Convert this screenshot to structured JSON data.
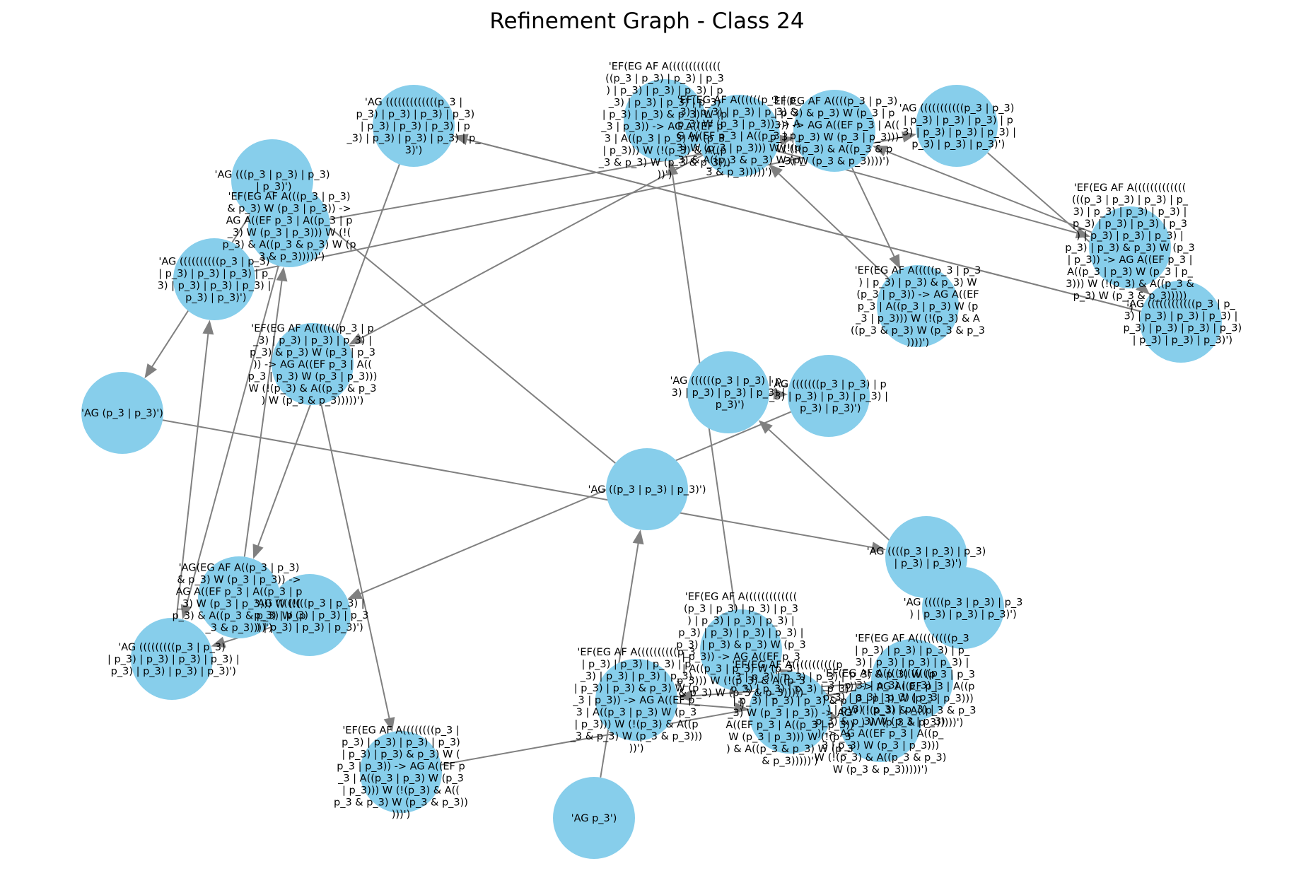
{
  "title": "Refinement Graph - Class 24",
  "colors": {
    "node_fill": "#87ceeb",
    "edge": "#808080",
    "text": "#000000",
    "background": "#ffffff"
  },
  "nodes": [
    {
      "id": "n_ag_p3",
      "lines": [
        "'AG p_3')"
      ]
    },
    {
      "id": "n_ag_p3p3",
      "lines": [
        "'AG (p_3 | p_3)')"
      ]
    },
    {
      "id": "n_ag_2",
      "lines": [
        "'AG ((p_3 | p_3) | p_3)')"
      ]
    },
    {
      "id": "n_ag_3",
      "lines": [
        "'AG (((p_3 | p_3) | p_3)",
        " | p_3)')"
      ]
    },
    {
      "id": "n_ag_4",
      "lines": [
        "'AG ((((p_3 | p_3) | p_3)",
        " | p_3) | p_3)')"
      ]
    },
    {
      "id": "n_ag_5",
      "lines": [
        "'AG (((((p_3 | p_3) | p_3",
        ") | p_3) | p_3) | p_3)')"
      ]
    },
    {
      "id": "n_ag_6",
      "lines": [
        "'AG ((((((p_3 | p_3) | p_",
        "3) | p_3) | p_3) | p_3) |",
        " p_3)')"
      ]
    },
    {
      "id": "n_ag_7",
      "lines": [
        "'AG (((((((p_3 | p_3) | p",
        "_3) | p_3) | p_3) | p_3) |",
        " p_3) | p_3)')"
      ]
    },
    {
      "id": "n_ag_8",
      "lines": [
        "'AG ((((((((p_3 | p_3) |",
        " p_3) | p_3) | p_3) | p_3",
        ") | p_3) | p_3) | p_3)')"
      ]
    },
    {
      "id": "n_ag_9",
      "lines": [
        "'AG (((((((((p_3 | p_3)",
        " | p_3) | p_3) | p_3) | p_3) |",
        " p_3) | p_3) | p_3) | p_3)')"
      ]
    },
    {
      "id": "n_ag_10",
      "lines": [
        "'AG ((((((((((p_3 | p_3)",
        " | p_3) | p_3) | p_3) | p_",
        "3) | p_3) | p_3) | p_3) |",
        " p_3) | p_3)')"
      ]
    },
    {
      "id": "n_ag_11",
      "lines": [
        "'AG (((((((((((p_3 | p_3)",
        " | p_3) | p_3) | p_3) | p",
        "_3) | p_3) | p_3) | p_3) |",
        " p_3) | p_3) | p_3)')"
      ]
    },
    {
      "id": "n_ag_12",
      "lines": [
        "'AG ((((((((((((p_3 | p_",
        "3) | p_3) | p_3) | p_3) |",
        " p_3) | p_3) | p_3) | p_3)",
        " | p_3) | p_3) | p_3)')"
      ]
    },
    {
      "id": "n_ag_13",
      "lines": [
        "'AG (((((((((((((p_3 |",
        " p_3) | p_3) | p_3) | p_3)",
        " | p_3) | p_3) | p_3) | p",
        "_3) | p_3) | p_3) | p_3) | p_",
        "3)')"
      ]
    },
    {
      "id": "n_ef_1",
      "lines": [
        "'AG(EG AF A((p_3 | p_3)",
        "& p_3) W (p_3 | p_3)) ->",
        "AG A((EF p_3 | A((p_3 | p",
        "_3) W (p_3 | p_3))) W (!(",
        "p_3) & A((p_3 & p_3) W (p",
        "_3 & p_3))))')"
      ]
    },
    {
      "id": "n_ef_2",
      "lines": [
        "'EF(EG AF A(((p_3 | p_3)",
        "& p_3) W (p_3 | p_3)) ->",
        "AG A((EF p_3 | A((p_3 | p",
        "_3) W (p_3 | p_3))) W (!(",
        "p_3) & A((p_3 & p_3) W (p",
        "_3 & p_3)))))')"
      ]
    },
    {
      "id": "n_ef_3",
      "lines": [
        "'EF(EG AF A((((p_3 | p_3)",
        "| p_3) & p_3) W (p_3 | p",
        "_3)) -> AG A((EF p_3 | A((",
        "p_3 | p_3) W (p_3 | p_3)))",
        "W (!(p_3) & A((p_3 & p",
        "_3) W (p_3 & p_3))))')"
      ]
    },
    {
      "id": "n_ef_4",
      "lines": [
        "'EF(EG AF A(((((p_3 | p_3",
        ") | p_3) | p_3) & p_3) W",
        "(p_3 | p_3)) -> AG A((EF",
        "p_3 | A((p_3 | p_3) W (p",
        "_3 | p_3))) W (!(p_3) & A",
        "((p_3 & p_3) W (p_3 & p_3",
        "))))')"
      ]
    },
    {
      "id": "n_ef_5",
      "lines": [
        "'EF(EG AF A((((((p_3 | p_",
        "3) | p_3) | p_3) | p_3) &",
        "p_3) W (p_3 | p_3)) -> A",
        "G A((EF p_3 | A((p_3 | p_",
        "3) W (p_3 | p_3))) W (!(p",
        "_3) & A((p_3 & p_3) W (p_",
        "3 & p_3)))))')"
      ]
    },
    {
      "id": "n_ef_6",
      "lines": [
        "'EF(EG AF A(((((((p_3 | p",
        "_3) | p_3) | p_3) | p_3) |",
        "p_3) & p_3) W (p_3 | p_3",
        ")) -> AG A((EF p_3 | A((",
        "p_3 | p_3) W (p_3 | p_3)))",
        "W (!(p_3) & A((p_3 & p_3",
        ") W (p_3 & p_3)))))')"
      ]
    },
    {
      "id": "n_ef_7",
      "lines": [
        "'EF(EG AF A((((((((p_3 |",
        "p_3) | p_3) | p_3) | p_3)",
        "| p_3) | p_3) & p_3) W (",
        "p_3 | p_3)) -> AG A((EF p",
        "_3 | A((p_3 | p_3) W (p_3",
        "| p_3))) W (!(p_3) & A((",
        "p_3 & p_3) W (p_3 & p_3))",
        ")))')"
      ]
    },
    {
      "id": "n_ef_8",
      "lines": [
        "'EF(EG AF A(((((((((p_3",
        "| p_3) | p_3) | p_3) | p_",
        "3) | p_3) | p_3) | p_3) |",
        "p_3) & p_3) W (p_3 | p_3",
        ")) -> AG A((EF p_3 | A((p",
        "_3 | p_3) W (p_3 | p_3)))",
        "W (!(p_3) & A((p_3 & p_3",
        ") W (p_3 & p_3)))))')"
      ]
    },
    {
      "id": "n_ef_9",
      "lines": [
        "'EF(EG AF A((((((((((p_3",
        "| p_3) | p_3) | p_3) | p",
        "_3) | p_3) | p_3) | p_3)",
        "| p_3) | p_3) & p_3) W (p",
        "_3 | p_3)) -> AG A((EF p_",
        "3 | A((p_3 | p_3) W (p_3",
        "| p_3))) W (!(p_3) & A((p",
        "_3 & p_3) W (p_3 & p_3)))",
        "))')"
      ]
    },
    {
      "id": "n_ef_10",
      "lines": [
        "'EF(EG AF A(((((((((((p_",
        "3 | p_3) | p_3) | p_3) |",
        "p_3) | p_3) | p_3) | p_3)",
        "| p_3) | p_3) | p_3) & p",
        "_3) W (p_3 | p_3)) -> AG",
        "A((EF p_3 | A((p_3 | p_3))",
        "W (p_3 | p_3))) W (!(p_3",
        ") & A((p_3 & p_3) W (p_3",
        "& p_3)))))')"
      ]
    },
    {
      "id": "n_ef_11",
      "lines": [
        "'EF(EG AF A((((((((((((p",
        "_3 | p_3) | p_3) | p_3) |",
        "p_3) | p_3) | p_3) | p_3",
        ") | p_3) | p_3) | p_3) |",
        "p_3) & p_3) W (p_3 | p_3)",
        ") -> AG A((EF p_3 | A((p_",
        "3 | p_3) W (p_3 | p_3)))",
        "W (!(p_3) & A((p_3 & p_3)",
        "W (p_3 & p_3)))))')"
      ]
    },
    {
      "id": "n_ef_12",
      "lines": [
        "'EF(EG AF A(((((((((((((",
        "(p_3 | p_3) | p_3) | p_3",
        ") | p_3) | p_3) | p_3) |",
        "p_3) | p_3) | p_3) | p_3) |",
        "p_3) | p_3) & p_3) W (p_3",
        "| p_3)) -> AG A((EF p_3",
        "| A((p_3 | p_3) W (p_3 |",
        "p_3))) W (!(p_3) & A((p_3",
        "& p_3) W (p_3 & p_3)))))",
        "')"
      ]
    },
    {
      "id": "n_ef_13",
      "lines": [
        "'EF(EG AF A(((((((((((((",
        "((p_3 | p_3) | p_3) | p_3",
        ") | p_3) | p_3) | p_3) | p",
        "_3) | p_3) | p_3) | p_3)",
        "| p_3) | p_3) & p_3) W (p",
        "_3 | p_3)) -> AG A((EF p_",
        "3 | A((p_3 | p_3) W (p_3",
        "| p_3))) W (!(p_3) & A((p",
        "_3 & p_3) W (p_3 & p_3)))",
        "))')"
      ]
    },
    {
      "id": "n_ef_14",
      "lines": [
        "'EF(EG AF A(((((((((((((",
        "(((p_3 | p_3) | p_3) | p_",
        "3) | p_3) | p_3) | p_3) |",
        "p_3) | p_3) | p_3) | p_3",
        ") | p_3) | p_3) | p_3) |",
        "p_3) | p_3) & p_3) W (p_3",
        "| p_3)) -> AG A((EF p_3 |",
        "A((p_3 | p_3) W (p_3 | p_",
        "3))) W (!(p_3) & A((p_3 &",
        "p_3) W (p_3 & p_3)))))",
        "')"
      ]
    }
  ],
  "edges": [
    {
      "from": "n_ag_p3",
      "to": "n_ag_2"
    },
    {
      "from": "n_ag_2",
      "to": "n_ag_3"
    },
    {
      "from": "n_ag_3",
      "to": "n_ag_p3p3"
    },
    {
      "from": "n_ag_p3p3",
      "to": "n_ag_4"
    },
    {
      "from": "n_ag_4",
      "to": "n_ag_5"
    },
    {
      "from": "n_ag_5",
      "to": "n_ag_6"
    },
    {
      "from": "n_ag_6",
      "to": "n_ag_7"
    },
    {
      "from": "n_ag_7",
      "to": "n_ag_8"
    },
    {
      "from": "n_ag_8",
      "to": "n_ag_9"
    },
    {
      "from": "n_ag_9",
      "to": "n_ag_10"
    },
    {
      "from": "n_ag_10",
      "to": "n_ag_11"
    },
    {
      "from": "n_ag_11",
      "to": "n_ag_12"
    },
    {
      "from": "n_ag_12",
      "to": "n_ag_13"
    },
    {
      "from": "n_ag_13",
      "to": "n_ef_1"
    },
    {
      "from": "n_ef_1",
      "to": "n_ef_2"
    },
    {
      "from": "n_ef_2",
      "to": "n_ef_3"
    },
    {
      "from": "n_ef_3",
      "to": "n_ef_4"
    },
    {
      "from": "n_ef_4",
      "to": "n_ef_5"
    },
    {
      "from": "n_ef_5",
      "to": "n_ef_6"
    },
    {
      "from": "n_ef_6",
      "to": "n_ef_7"
    },
    {
      "from": "n_ef_7",
      "to": "n_ef_8"
    },
    {
      "from": "n_ef_8",
      "to": "n_ef_9"
    },
    {
      "from": "n_ef_9",
      "to": "n_ef_10"
    },
    {
      "from": "n_ef_10",
      "to": "n_ef_11"
    },
    {
      "from": "n_ef_11",
      "to": "n_ef_12"
    },
    {
      "from": "n_ef_12",
      "to": "n_ef_13"
    },
    {
      "from": "n_ef_13",
      "to": "n_ef_14"
    },
    {
      "from": "n_ag_12",
      "to": "n_ag_13"
    },
    {
      "from": "n_ef_14",
      "to": "n_ef_3"
    },
    {
      "from": "n_ef_2",
      "to": "n_ag_9"
    }
  ]
}
